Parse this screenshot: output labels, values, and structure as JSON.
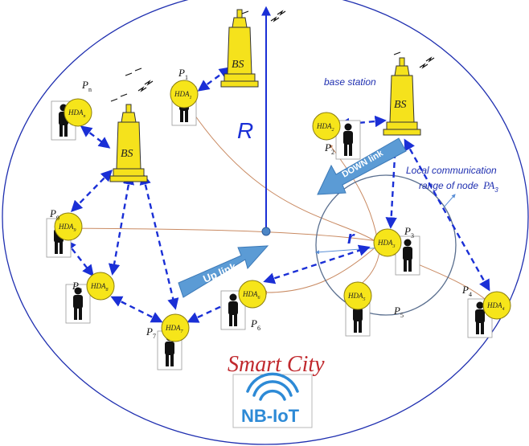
{
  "title_brand": "Smart City",
  "logo_text": "NB-IoT",
  "labels": {
    "R": "R",
    "r": "r",
    "up_link": "Up link",
    "down_link": "DOWN link",
    "base_station": "base station",
    "local_comm_line1": "Local communication",
    "local_comm_line2": "range of node",
    "local_comm_node": "PA",
    "local_comm_node_sub": "3"
  },
  "base_station_label": "BS",
  "nodes": [
    {
      "id": "P1",
      "p": "P",
      "sub": "1",
      "hda": "HDA",
      "hda_sub": "1"
    },
    {
      "id": "P2",
      "p": "P",
      "sub": "2",
      "hda": "HDA",
      "hda_sub": "2"
    },
    {
      "id": "P3",
      "p": "P",
      "sub": "3",
      "hda": "HDA",
      "hda_sub": "3"
    },
    {
      "id": "P4",
      "p": "P",
      "sub": "4",
      "hda": "HDA",
      "hda_sub": "4"
    },
    {
      "id": "P5",
      "p": "P",
      "sub": "5",
      "hda": "HDA",
      "hda_sub": "5"
    },
    {
      "id": "P6",
      "p": "P",
      "sub": "6",
      "hda": "HDA",
      "hda_sub": "6"
    },
    {
      "id": "P7",
      "p": "P",
      "sub": "7",
      "hda": "HDA",
      "hda_sub": "7"
    },
    {
      "id": "P8",
      "p": "P",
      "sub": "8",
      "hda": "HDA",
      "hda_sub": "8"
    },
    {
      "id": "P9",
      "p": "P",
      "sub": "9",
      "hda": "HDA",
      "hda_sub": "9"
    },
    {
      "id": "Pn",
      "p": "P",
      "sub": "n",
      "hda": "HDA",
      "hda_sub": "n"
    }
  ],
  "colors": {
    "city_border": "#1f2fb0",
    "link_dashed": "#1a2fd6",
    "hda_fill": "#f6e51a",
    "bs_fill": "#f5e21c",
    "arrow_fill": "#5b9bd5",
    "brand_red": "#c0282d",
    "logo_blue": "#2d8ad6",
    "relay_line": "#c98a62"
  }
}
